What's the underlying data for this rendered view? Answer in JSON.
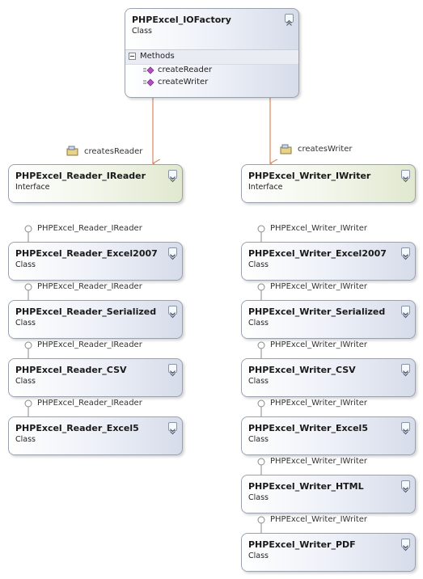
{
  "factory": {
    "title": "PHPExcel_IOFactory",
    "kind": "Class",
    "section_label": "Methods",
    "methods": [
      "createReader",
      "createWriter"
    ]
  },
  "associations": {
    "reader": "createsReader",
    "writer": "createsWriter"
  },
  "reader_interface": {
    "title": "PHPExcel_Reader_IReader",
    "kind": "Interface"
  },
  "writer_interface": {
    "title": "PHPExcel_Writer_IWriter",
    "kind": "Interface"
  },
  "reader_classes": [
    {
      "title": "PHPExcel_Reader_Excel2007",
      "kind": "Class",
      "implements": "PHPExcel_Reader_IReader"
    },
    {
      "title": "PHPExcel_Reader_Serialized",
      "kind": "Class",
      "implements": "PHPExcel_Reader_IReader"
    },
    {
      "title": "PHPExcel_Reader_CSV",
      "kind": "Class",
      "implements": "PHPExcel_Reader_IReader"
    },
    {
      "title": "PHPExcel_Reader_Excel5",
      "kind": "Class",
      "implements": "PHPExcel_Reader_IReader"
    }
  ],
  "writer_classes": [
    {
      "title": "PHPExcel_Writer_Excel2007",
      "kind": "Class",
      "implements": "PHPExcel_Writer_IWriter"
    },
    {
      "title": "PHPExcel_Writer_Serialized",
      "kind": "Class",
      "implements": "PHPExcel_Writer_IWriter"
    },
    {
      "title": "PHPExcel_Writer_CSV",
      "kind": "Class",
      "implements": "PHPExcel_Writer_IWriter"
    },
    {
      "title": "PHPExcel_Writer_Excel5",
      "kind": "Class",
      "implements": "PHPExcel_Writer_IWriter"
    },
    {
      "title": "PHPExcel_Writer_HTML",
      "kind": "Class",
      "implements": "PHPExcel_Writer_IWriter"
    },
    {
      "title": "PHPExcel_Writer_PDF",
      "kind": "Class",
      "implements": "PHPExcel_Writer_IWriter"
    }
  ],
  "colors": {
    "association_arrow": "#d9875e",
    "connector": "#8a8a8a",
    "method_icon": "#b34fc2"
  }
}
